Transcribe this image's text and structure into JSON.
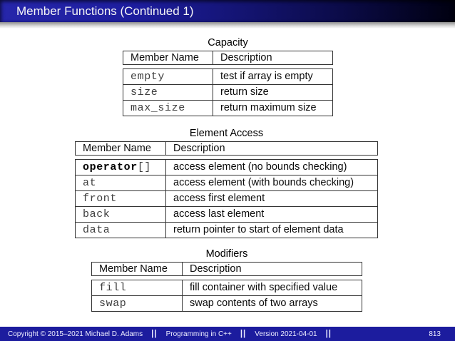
{
  "header": {
    "title": "Member Functions (Continued 1)"
  },
  "tables": [
    {
      "caption": "Capacity",
      "columns": [
        "Member Name",
        "Description"
      ],
      "rows": [
        {
          "code_bold": "",
          "code": "empty",
          "desc": "test if array is empty"
        },
        {
          "code_bold": "",
          "code": "size",
          "desc": "return size"
        },
        {
          "code_bold": "",
          "code": "max_size",
          "desc": "return maximum size"
        }
      ]
    },
    {
      "caption": "Element Access",
      "columns": [
        "Member Name",
        "Description"
      ],
      "rows": [
        {
          "code_bold": "operator",
          "code": "[]",
          "desc": "access element (no bounds checking)"
        },
        {
          "code_bold": "",
          "code": "at",
          "desc": "access element (with bounds checking)"
        },
        {
          "code_bold": "",
          "code": "front",
          "desc": "access first element"
        },
        {
          "code_bold": "",
          "code": "back",
          "desc": "access last element"
        },
        {
          "code_bold": "",
          "code": "data",
          "desc": "return pointer to start of element data"
        }
      ]
    },
    {
      "caption": "Modifiers",
      "columns": [
        "Member Name",
        "Description"
      ],
      "rows": [
        {
          "code_bold": "",
          "code": "fill",
          "desc": "fill container with specified value"
        },
        {
          "code_bold": "",
          "code": "swap",
          "desc": "swap contents of two arrays"
        }
      ]
    }
  ],
  "footer": {
    "copyright": "Copyright © 2015–2021 Michael D. Adams",
    "separator": "||",
    "course": "Programming in C++",
    "version": "Version 2021-04-01",
    "page": "813"
  },
  "colors": {
    "header_gradient_left": "#2626aa",
    "header_gradient_right": "#000010",
    "footer_blue": "#1c1c9e",
    "rule_gray": "#343434",
    "mono_text": "#3d3d3d"
  }
}
